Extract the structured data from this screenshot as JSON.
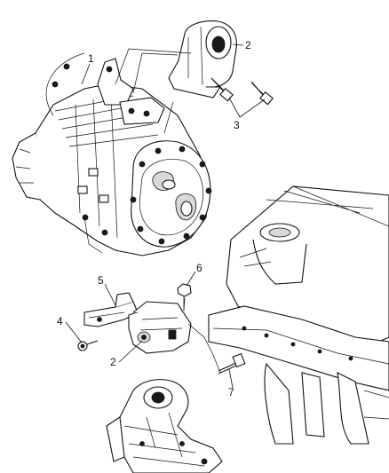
{
  "callouts": {
    "c1": "1",
    "c2_top": "2",
    "c3": "3",
    "c4": "4",
    "c5": "5",
    "c6": "6",
    "c2_bottom": "2",
    "c7": "7"
  },
  "parts": [
    "transmission-assembly",
    "engine-mount-insulator-upper",
    "mount-bolts-upper",
    "bracket-bolt",
    "transmission-mount-bracket",
    "nut",
    "transmission-mount-insulator-lower",
    "through-bolt",
    "frame-rail-and-strut-tower",
    "lower-mount-bracket-assembly"
  ],
  "colors": {
    "line": "#111111",
    "background": "#ffffff",
    "shade": "#d9d9d9"
  }
}
